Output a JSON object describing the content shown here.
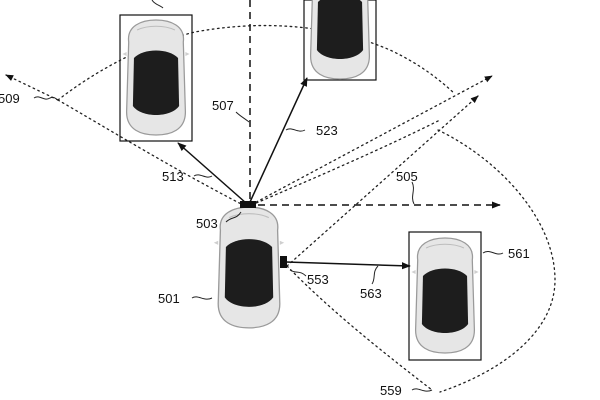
{
  "labels": {
    "n501": "501",
    "n503": "503",
    "n505": "505",
    "n507": "507",
    "n509": "509",
    "n513": "513",
    "n523": "523",
    "n553": "553",
    "n559": "559",
    "n561": "561",
    "n563": "563"
  },
  "colors": {
    "line": "#111111",
    "car_body": "#e4e4e4",
    "car_glass": "#1c1c1c",
    "background": "#ffffff"
  }
}
